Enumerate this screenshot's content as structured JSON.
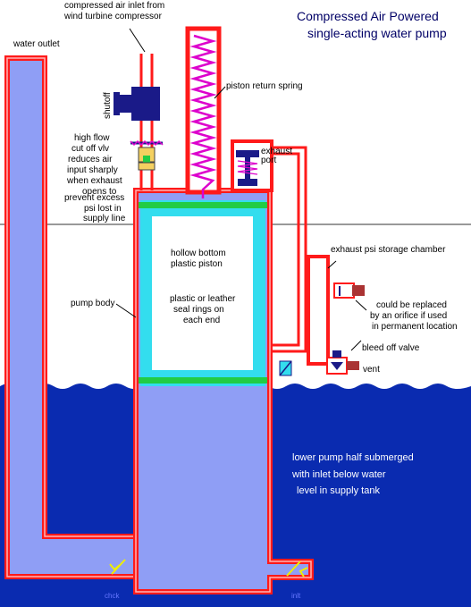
{
  "title": {
    "line1": "Compressed Air Powered",
    "line2": "single-acting water pump"
  },
  "labels": {
    "air_inlet_1": "compressed air inlet from",
    "air_inlet_2": "wind turbine compressor",
    "water_outlet": "water outlet",
    "shutoff": "shutoff",
    "piston_return_spring": "piston return spring",
    "high_flow_1": "high flow",
    "high_flow_2": "cut off vlv",
    "high_flow_3": "reduces air",
    "high_flow_4": "input sharply",
    "high_flow_5": "when exhaust",
    "high_flow_6": "opens to",
    "high_flow_7": "prevent excess",
    "high_flow_8": "psi lost in",
    "high_flow_9": "supply line",
    "exhaust_port_1": "exhaust",
    "exhaust_port_2": "port",
    "storage_chamber": "exhaust psi storage chamber",
    "piston_1": "hollow bottom",
    "piston_2": "plastic piston",
    "seal_1": "plastic or leather",
    "seal_2": "seal rings on",
    "seal_3": "each end",
    "pump_body": "pump body",
    "orifice_1": "could be replaced",
    "orifice_2": "by an orifice if used",
    "orifice_3": "in permanent location",
    "bleed_off": "bleed off valve",
    "vent": "vent",
    "submerged_1": "lower pump half submerged",
    "submerged_2": "with inlet below water",
    "submerged_3": "level in supply tank",
    "check_1": "chck",
    "check_2": "inlt"
  },
  "colors": {
    "water": "#0a2bb0",
    "pump_fill": "#8f9ef5",
    "wall_red": "#ff1a1a",
    "cyan": "#33ddee",
    "green": "#22cc44",
    "spring": "#dd00cc",
    "navy": "#1a1a88"
  }
}
